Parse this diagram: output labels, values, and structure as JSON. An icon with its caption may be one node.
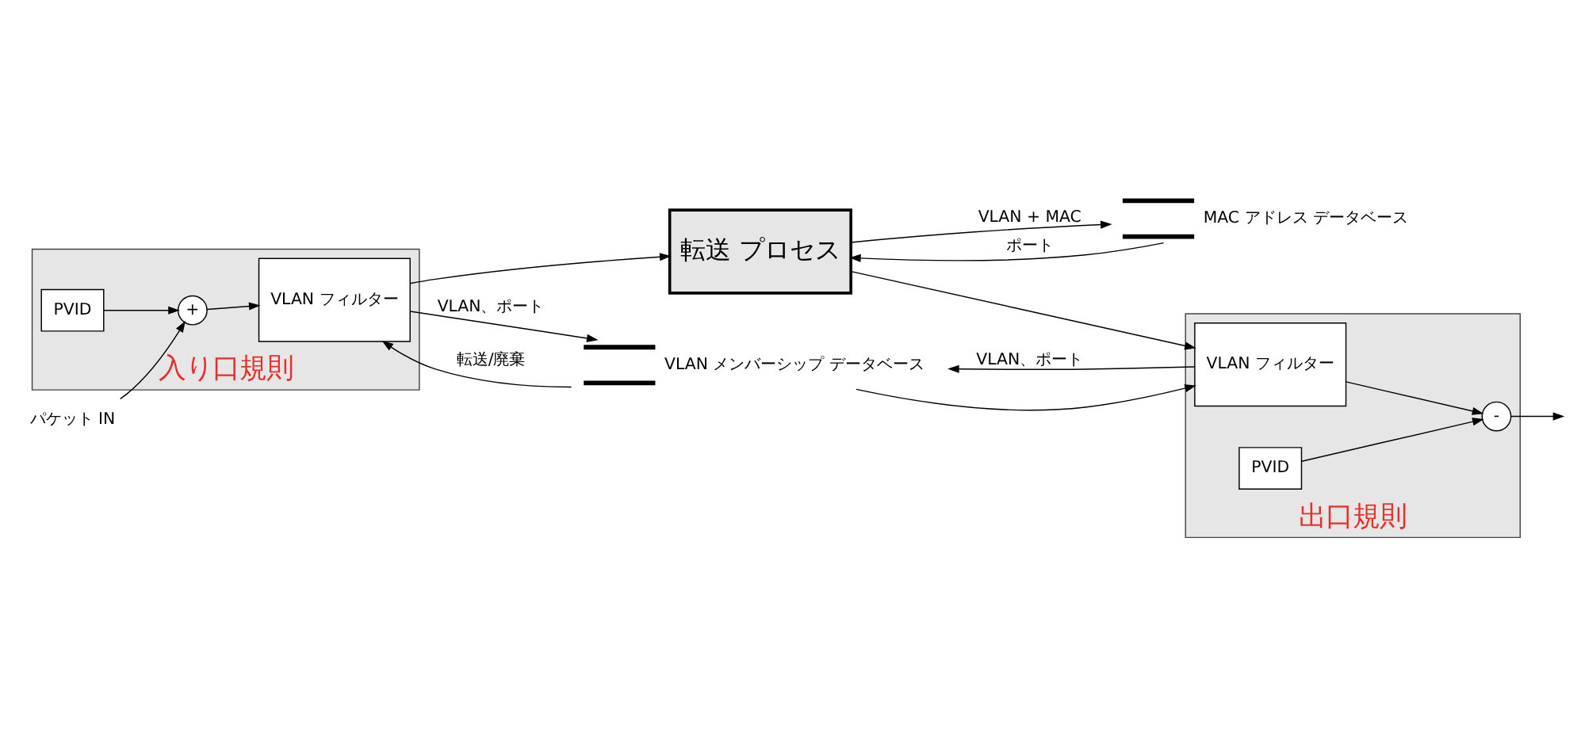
{
  "diagram": {
    "nodes": [
      {
        "text": [
          "入り口規則"
        ]
      },
      {
        "text": [
          "PVID"
        ],
        "in": 0
      },
      {
        "text": [
          "+"
        ],
        "in": 0
      },
      {
        "text": [
          "VLAN フィルター"
        ],
        "in": 0
      },
      {
        "text": [
          "転送 プロセス"
        ]
      },
      {
        "text": [
          "出口規則"
        ]
      },
      {
        "text": [
          "VLAN フィルター"
        ],
        "in": 5
      },
      {
        "text": [
          "PVID"
        ],
        "in": 5
      },
      {
        "text": [
          "-"
        ],
        "in": 5
      },
      {
        "text": [
          "VLAN メンバーシップ データベース"
        ]
      },
      {
        "text": [
          "MAC アドレス データベース"
        ]
      },
      {
        "text": [
          "パケット IN"
        ]
      }
    ],
    "edges": [
      {
        "from": 11,
        "to": 2,
        "arrow": "to"
      },
      {
        "from": 1,
        "to": 2,
        "arrow": "to"
      },
      {
        "from": 2,
        "to": 3,
        "arrow": "to"
      },
      {
        "from": 9,
        "to": 3,
        "arrow": "to",
        "label": "転送/廃棄"
      },
      {
        "from": 3,
        "to": 9,
        "arrow": "to",
        "label": "VLAN、ポート"
      },
      {
        "from": 3,
        "to": 4,
        "arrow": "to"
      },
      {
        "from": 4,
        "to": 6,
        "arrow": "to"
      },
      {
        "from": 9,
        "to": 6,
        "arrow": "to"
      },
      {
        "from": 6,
        "to": 9,
        "arrow": "to",
        "label": "VLAN、ポート"
      },
      {
        "from": 6,
        "to": 8,
        "arrow": "to"
      },
      {
        "from": 7,
        "to": 8,
        "arrow": "to"
      },
      {
        "from": 8,
        "to": null,
        "arrow": "to"
      },
      {
        "from": 10,
        "to": 4,
        "arrow": "to",
        "label": "ポート"
      },
      {
        "from": 4,
        "to": 10,
        "arrow": "to",
        "label": "VLAN + MAC"
      }
    ]
  }
}
